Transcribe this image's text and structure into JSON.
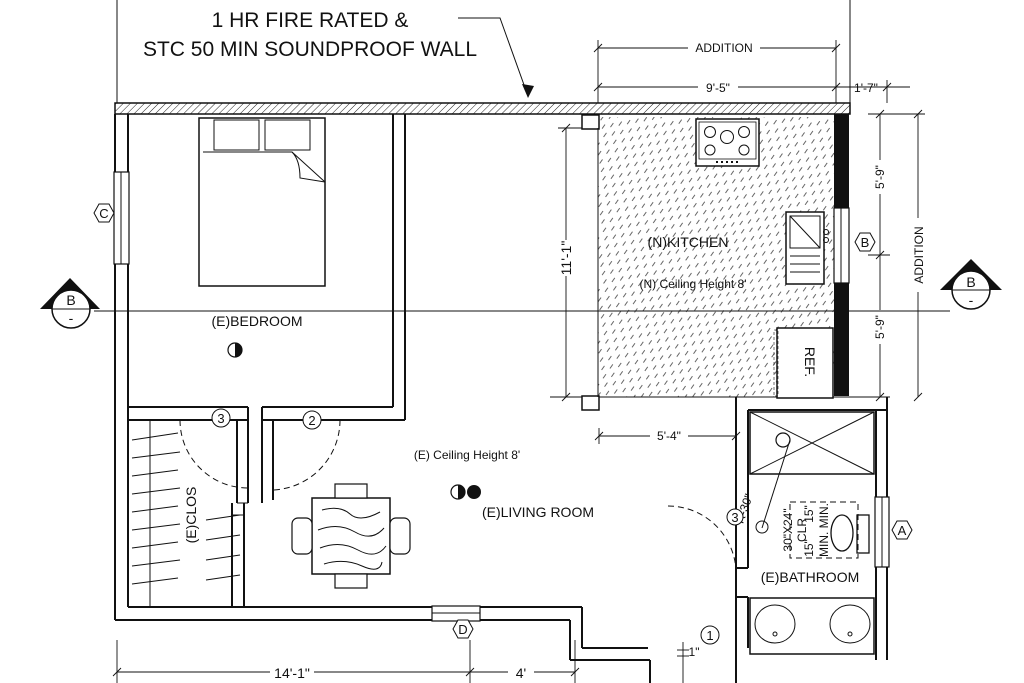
{
  "header_note": {
    "line1": "1 HR FIRE RATED &",
    "line2": "STC 50 MIN SOUNDPROOF WALL"
  },
  "dimensions": {
    "addition_top": "ADDITION",
    "width_kitchen": "9'-5\"",
    "width_right": "1'-7\"",
    "height_kitchen": "11'-1\"",
    "right_upper": "5'-9\"",
    "right_lower": "5'-9\"",
    "addition_side": "ADDITION",
    "counter_width": "5'-4\"",
    "bottom_left": "14'-1\"",
    "bottom_mid": "4'",
    "bottom_small": "1\""
  },
  "rooms": {
    "kitchen": "(N)KITCHEN",
    "kitchen_ceiling": "(N) Ceiling Height 8'",
    "bedroom": "(E)BEDROOM",
    "living": "(E)LIVING ROOM",
    "living_ceiling": "(E) Ceiling Height 8'",
    "closet": "(E)CLOS",
    "bathroom": "(E)BATHROOM"
  },
  "fixtures": {
    "refrigerator": "REF.",
    "toilet_clear": "30\"X24\"",
    "toilet_clr_label": "CLR",
    "toilet_side_a": "15\"",
    "toilet_side_b": "15\"",
    "toilet_min": "MIN. MIN.",
    "door_radius": "R-30\""
  },
  "section_marks": {
    "left_letter": "B",
    "left_sub": "-",
    "right_letter": "B",
    "right_sub": "-"
  },
  "window_tags": {
    "c": "C",
    "b": "B",
    "a": "A",
    "d": "D"
  },
  "door_tags": {
    "d1": "1",
    "d2": "2",
    "d3": "3",
    "d3b": "3"
  }
}
